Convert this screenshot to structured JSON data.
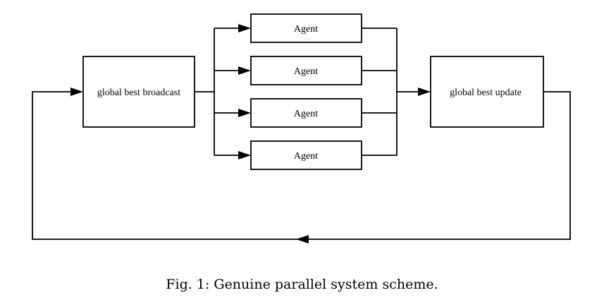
{
  "diagram": {
    "broadcast_label": "global best broadcast",
    "update_label": "global best update",
    "agents": [
      {
        "label": "Agent"
      },
      {
        "label": "Agent"
      },
      {
        "label": "Agent"
      },
      {
        "label": "Agent"
      }
    ]
  },
  "caption": "Fig. 1: Genuine parallel system scheme."
}
